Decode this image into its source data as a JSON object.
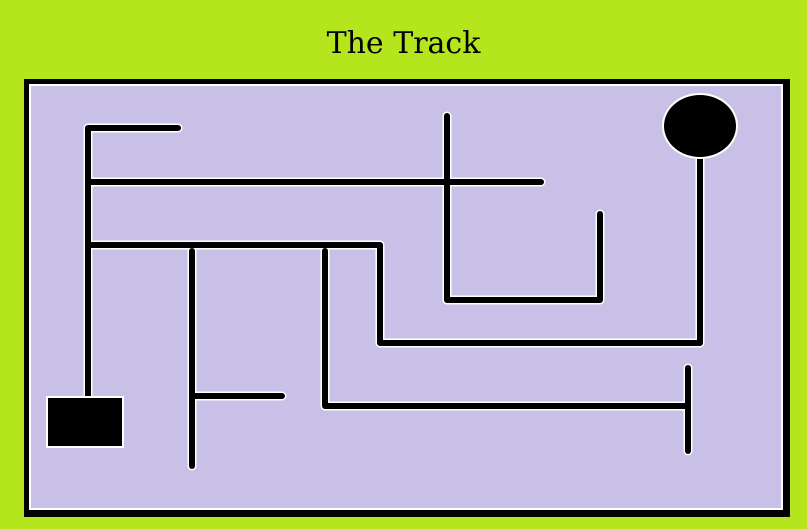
{
  "title": "The Track",
  "colors": {
    "background": "#b5e61d",
    "board": "#c8c0e6",
    "frame": "#000000",
    "track": "#000000",
    "highlight": "#ffffff"
  },
  "elements": {
    "start_marker": "square",
    "finish_marker": "circle"
  }
}
